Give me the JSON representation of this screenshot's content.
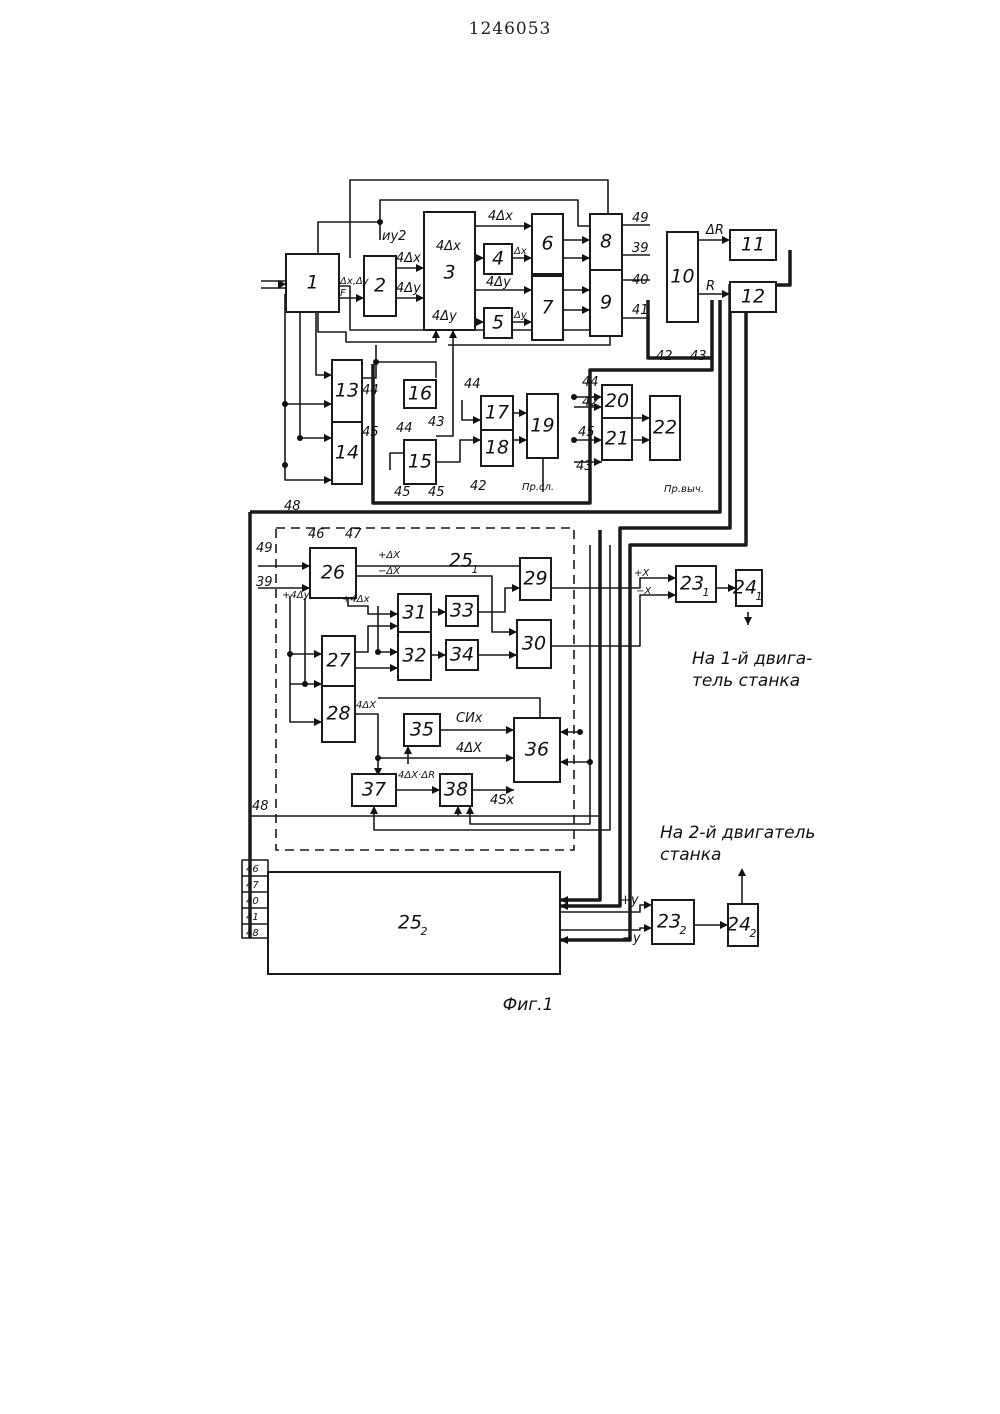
{
  "document": {
    "number": "1246053",
    "figure_caption": "Фиг.1"
  },
  "blocks": [
    {
      "id": "b1",
      "label": "1"
    },
    {
      "id": "b2",
      "label": "2"
    },
    {
      "id": "b3",
      "label": "3"
    },
    {
      "id": "b4",
      "label": "4"
    },
    {
      "id": "b5",
      "label": "5"
    },
    {
      "id": "b6",
      "label": "6"
    },
    {
      "id": "b7",
      "label": "7"
    },
    {
      "id": "b8",
      "label": "8"
    },
    {
      "id": "b9",
      "label": "9"
    },
    {
      "id": "b10",
      "label": "10"
    },
    {
      "id": "b11",
      "label": "11"
    },
    {
      "id": "b12",
      "label": "12"
    },
    {
      "id": "b13",
      "label": "13"
    },
    {
      "id": "b14",
      "label": "14"
    },
    {
      "id": "b15",
      "label": "15"
    },
    {
      "id": "b16",
      "label": "16"
    },
    {
      "id": "b17",
      "label": "17"
    },
    {
      "id": "b18",
      "label": "18"
    },
    {
      "id": "b19",
      "label": "19"
    },
    {
      "id": "b20",
      "label": "20"
    },
    {
      "id": "b21",
      "label": "21"
    },
    {
      "id": "b22",
      "label": "22"
    },
    {
      "id": "b26",
      "label": "26"
    },
    {
      "id": "b27",
      "label": "27"
    },
    {
      "id": "b28",
      "label": "28"
    },
    {
      "id": "b29",
      "label": "29"
    },
    {
      "id": "b30",
      "label": "30"
    },
    {
      "id": "b31",
      "label": "31"
    },
    {
      "id": "b32",
      "label": "32"
    },
    {
      "id": "b33",
      "label": "33"
    },
    {
      "id": "b34",
      "label": "34"
    },
    {
      "id": "b35",
      "label": "35"
    },
    {
      "id": "b36",
      "label": "36"
    },
    {
      "id": "b37",
      "label": "37"
    },
    {
      "id": "b38",
      "label": "38"
    }
  ],
  "indexed_blocks": [
    {
      "id": "b23a",
      "label": "23",
      "sub": "1"
    },
    {
      "id": "b24a",
      "label": "24",
      "sub": "1"
    },
    {
      "id": "b23b",
      "label": "23",
      "sub": "2"
    },
    {
      "id": "b24b",
      "label": "24",
      "sub": "2"
    },
    {
      "id": "b25b",
      "label": "25",
      "sub": "2"
    },
    {
      "id": "b25a",
      "label": "25",
      "sub": "1"
    }
  ],
  "block3_inner": {
    "top": "4Δx",
    "bottom": "4Δy"
  },
  "signals": [
    {
      "id": "s_dxdy",
      "text": "Δx,Δy"
    },
    {
      "id": "s_f",
      "text": "F"
    },
    {
      "id": "s_iu2",
      "text": "иу2"
    },
    {
      "id": "s_4dx_a",
      "text": "4Δx"
    },
    {
      "id": "s_4dy_a",
      "text": "4Δy"
    },
    {
      "id": "s_4dx_b",
      "text": "4Δx"
    },
    {
      "id": "s_dx_s",
      "text": "Δx"
    },
    {
      "id": "s_4dy_b",
      "text": "4Δy"
    },
    {
      "id": "s_dy_s",
      "text": "Δy"
    },
    {
      "id": "s_49a",
      "text": "49"
    },
    {
      "id": "s_39a",
      "text": "39"
    },
    {
      "id": "s_40a",
      "text": "40"
    },
    {
      "id": "s_41a",
      "text": "41"
    },
    {
      "id": "s_dr",
      "text": "ΔR"
    },
    {
      "id": "s_r",
      "text": "R"
    },
    {
      "id": "s_42a",
      "text": "42"
    },
    {
      "id": "s_43a",
      "text": "43"
    },
    {
      "id": "s_44a",
      "text": "44"
    },
    {
      "id": "s_45a",
      "text": "45"
    },
    {
      "id": "s_44b",
      "text": "44"
    },
    {
      "id": "s_43b",
      "text": "43"
    },
    {
      "id": "s_44c",
      "text": "44"
    },
    {
      "id": "s_45b",
      "text": "45"
    },
    {
      "id": "s_45c",
      "text": "45"
    },
    {
      "id": "s_42b",
      "text": "42"
    },
    {
      "id": "s_prsl",
      "text": "Пр.сл."
    },
    {
      "id": "s_44d",
      "text": "44"
    },
    {
      "id": "s_42c",
      "text": "42"
    },
    {
      "id": "s_45d",
      "text": "45"
    },
    {
      "id": "s_43c",
      "text": "43"
    },
    {
      "id": "s_prvych",
      "text": "Пр.выч."
    },
    {
      "id": "s_48a",
      "text": "48"
    },
    {
      "id": "s_46a",
      "text": "46"
    },
    {
      "id": "s_47a",
      "text": "47"
    },
    {
      "id": "s_49b",
      "text": "49"
    },
    {
      "id": "s_39b",
      "text": "39"
    },
    {
      "id": "s_pdx",
      "text": "+ΔX"
    },
    {
      "id": "s_mdx",
      "text": "−ΔX"
    },
    {
      "id": "s_p4dy",
      "text": "+4Δy"
    },
    {
      "id": "s_p4dx",
      "text": "+4Δx"
    },
    {
      "id": "s_px",
      "text": "+X"
    },
    {
      "id": "s_mx",
      "text": "−X"
    },
    {
      "id": "s_4dx_c",
      "text": "4ΔX"
    },
    {
      "id": "s_cix",
      "text": "СИх"
    },
    {
      "id": "s_4dx_d",
      "text": "4ΔX"
    },
    {
      "id": "s_4dxdr",
      "text": "4ΔX·ΔR"
    },
    {
      "id": "s_4sx",
      "text": "4Sx"
    },
    {
      "id": "s_48b",
      "text": "48"
    },
    {
      "id": "s_py",
      "text": "+y"
    },
    {
      "id": "s_my",
      "text": "−y"
    }
  ],
  "bus_labels_25b": [
    "46",
    "47",
    "40",
    "41",
    "48"
  ],
  "annotations": {
    "motor1": [
      "На  1-й двига-",
      "тель станка"
    ],
    "motor2": [
      "На  2-й двигатель",
      "станка"
    ]
  }
}
